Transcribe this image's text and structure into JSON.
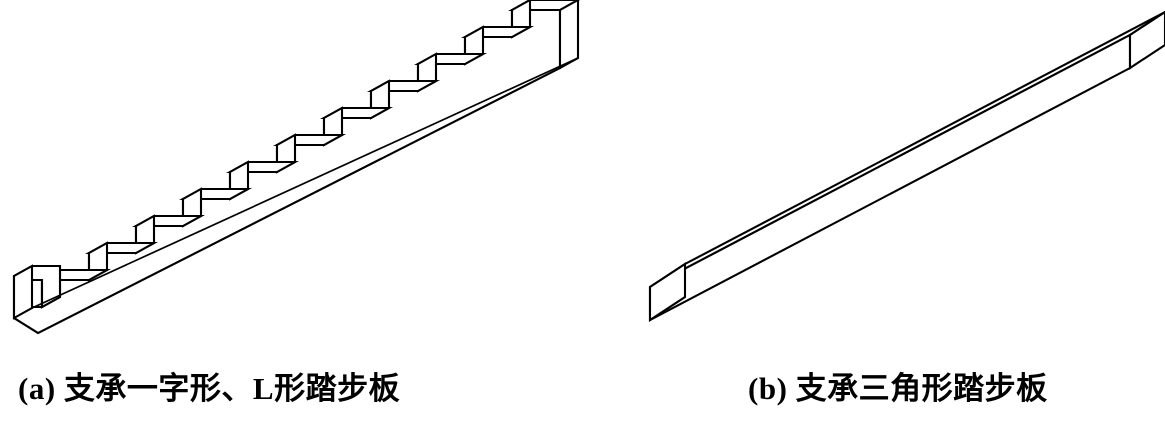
{
  "figure": {
    "background_color": "#ffffff",
    "line_color": "#000000",
    "panels": [
      {
        "id": "a",
        "caption": "(a) 支承一字形、L形踏步板",
        "subject": "stepped-stair-stringer-beam",
        "step_count": 11,
        "projection": "isometric"
      },
      {
        "id": "b",
        "caption": "(b) 支承三角形踏步板",
        "subject": "straight-rectangular-stringer-beam",
        "step_count": 0,
        "projection": "isometric"
      }
    ]
  },
  "panel_a": {
    "caption": "(a) 支承一字形、L形踏步板",
    "label": "a",
    "parts": {
      "top_face": "stair-top-face",
      "front_face": "stair-front-face",
      "end_face": "stair-near-end-face",
      "soffit_edge": "stair-diagonal-soffit-edge"
    }
  },
  "panel_b": {
    "caption": "(b) 支承三角形踏步板",
    "label": "b",
    "parts": {
      "top_face": "beam-top-face",
      "front_face": "beam-front-face",
      "end_face": "beam-near-end-face"
    }
  }
}
